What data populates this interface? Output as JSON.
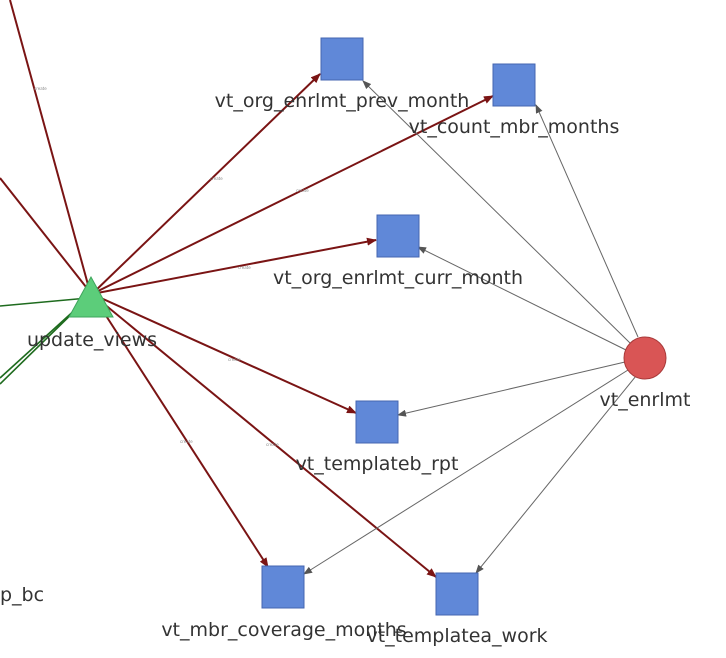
{
  "colors": {
    "table_node": "#6088d8",
    "table_stroke": "#4466b0",
    "source_node": "#d95555",
    "source_stroke": "#a83a3a",
    "proc_node": "#5ccd7a",
    "proc_stroke": "#3ea55c",
    "create_edge": "#7a1414",
    "read_edge": "#666666",
    "green_edge": "#1e6b1e"
  },
  "nodes": {
    "update_views": {
      "label": "update_views",
      "shape": "triangle"
    },
    "vt_enrlmt": {
      "label": "vt_enrlmt",
      "shape": "circle"
    },
    "vt_org_enrlmt_prev_month": {
      "label": "vt_org_enrlmt_prev_month",
      "shape": "square"
    },
    "vt_count_mbr_months": {
      "label": "vt_count_mbr_months",
      "shape": "square"
    },
    "vt_org_enrlmt_curr_month": {
      "label": "vt_org_enrlmt_curr_month",
      "shape": "square"
    },
    "vt_templateb_rpt": {
      "label": "vt_templateb_rpt",
      "shape": "square"
    },
    "vt_mbr_coverage_months": {
      "label": "vt_mbr_coverage_months",
      "shape": "square"
    },
    "vt_templatea_work": {
      "label": "vt_templatea_work",
      "shape": "square"
    },
    "partial_left": {
      "label": "p_bc",
      "shape": "none"
    }
  },
  "edge_label": "create"
}
